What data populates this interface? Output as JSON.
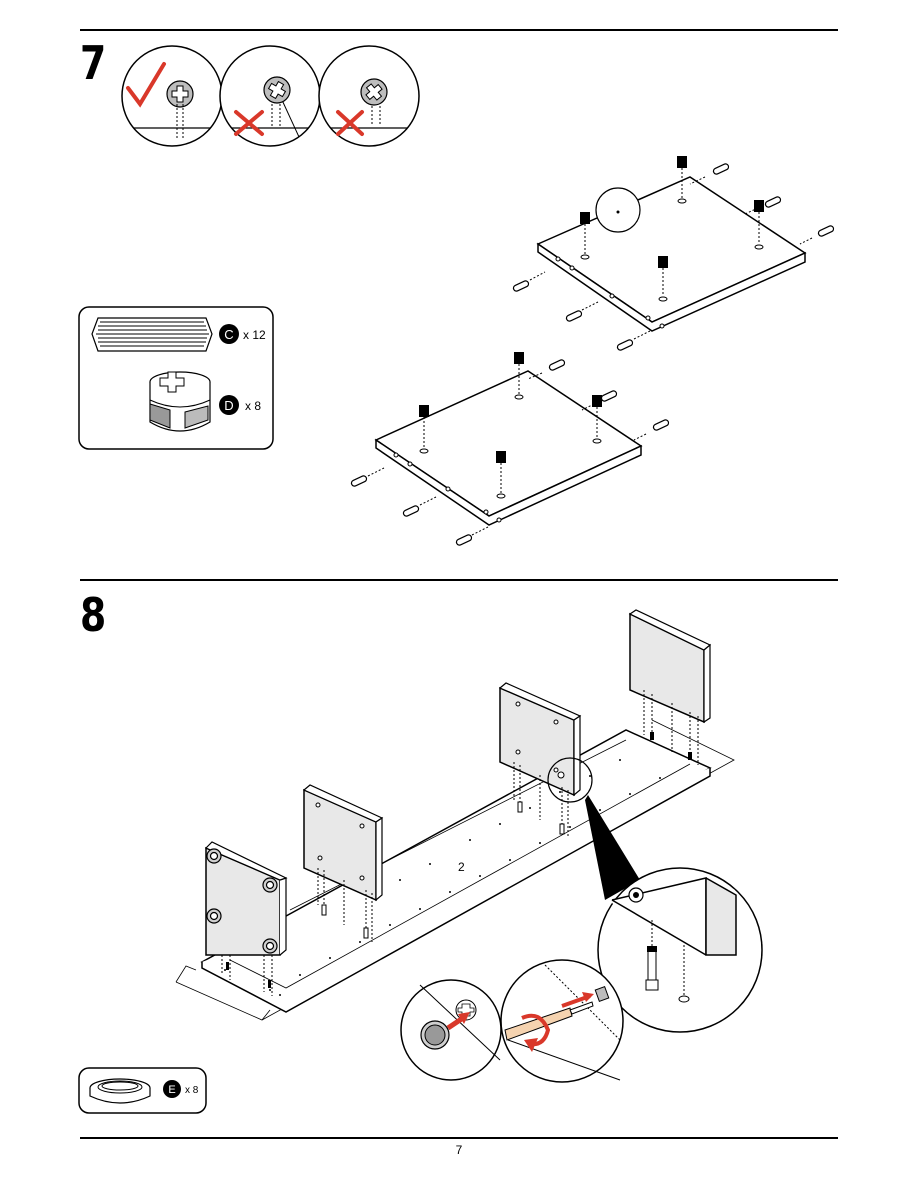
{
  "steps": [
    {
      "number": "7",
      "parts": [
        {
          "letter": "C",
          "qty": "x 12",
          "icon": "wooden-dowel-icon"
        },
        {
          "letter": "D",
          "qty": "x 8",
          "icon": "cam-lock-icon"
        }
      ],
      "check_marks": [
        "correct-orientation-icon",
        "incorrect-orientation-icon",
        "incorrect-orientation-icon"
      ]
    },
    {
      "number": "8",
      "parts": [
        {
          "letter": "E",
          "qty": "x 8",
          "icon": "plastic-glide-icon"
        }
      ],
      "panel_label": "2"
    }
  ],
  "page_number": "7",
  "colors": {
    "ink": "#000000",
    "accent": "#d9382a",
    "panel": "#e8e8e8",
    "wood": "#f5d3b0"
  }
}
